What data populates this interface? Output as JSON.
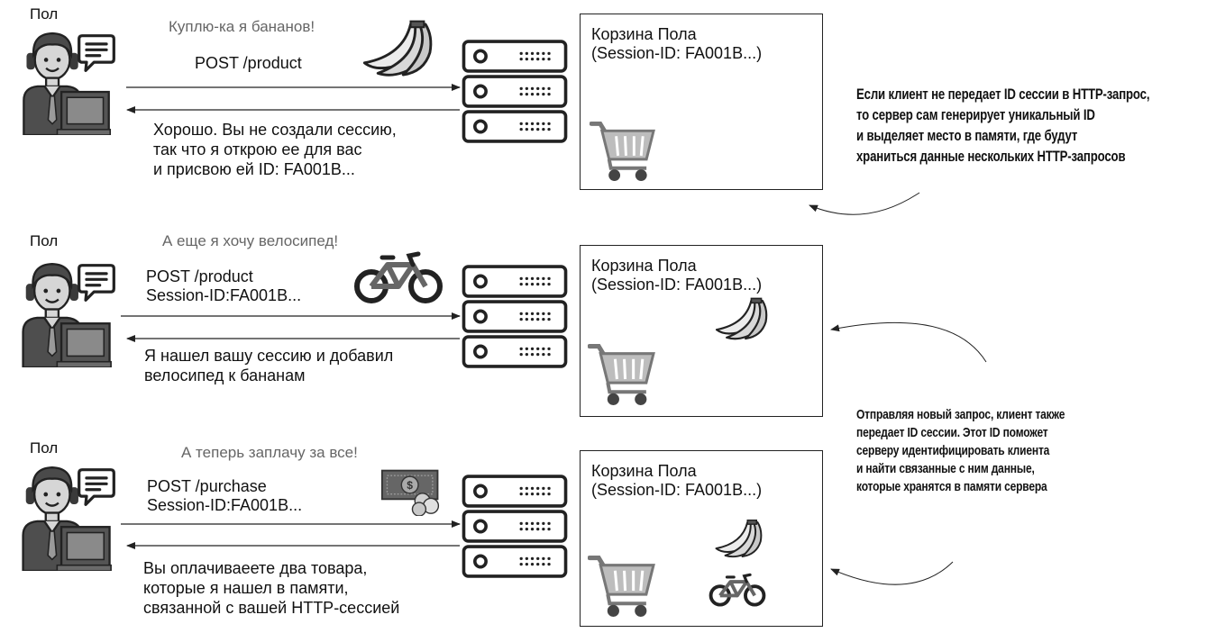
{
  "scenes": [
    {
      "user": "Пол",
      "thought": "Куплю-ка я бананов!",
      "request": [
        "POST /product"
      ],
      "response": [
        "Хорошо. Вы не создали сессию,",
        "так что я открою ее для вас",
        "и присвою ей ID: FA001B..."
      ],
      "cart": {
        "title": [
          "Корзина Пола",
          "(Session-ID: FA001B...)"
        ],
        "items": []
      }
    },
    {
      "user": "Пол",
      "thought": "А еще я хочу велосипед!",
      "request": [
        "POST /product",
        "Session-ID:FA001B..."
      ],
      "response": [
        "Я нашел вашу сессию и добавил",
        "велосипед к бананам"
      ],
      "cart": {
        "title": [
          "Корзина Пола",
          "(Session-ID: FA001B...)"
        ],
        "items": [
          "banana-icon"
        ]
      }
    },
    {
      "user": "Пол",
      "thought": "А теперь заплачу за все!",
      "request": [
        "POST /purchase",
        "Session-ID:FA001B..."
      ],
      "response": [
        "Вы оплачиваеете два товара,",
        "которые я нашел в памяти,",
        "связанной с вашей HTTP-сессией"
      ],
      "cart": {
        "title": [
          "Корзина Пола",
          "(Session-ID: FA001B...)"
        ],
        "items": [
          "banana-icon",
          "bicycle-icon"
        ]
      }
    }
  ],
  "notes": {
    "top": [
      "Если клиент не передает ID сессии в HTTP-запрос,",
      "то сервер сам генерирует уникальный ID",
      "и выделяет место в памяти, где будут",
      "храниться данные нескольких HTTP-запросов"
    ],
    "bottom": [
      "Отправляя новый запрос, клиент также",
      "передает ID сессии. Этот ID поможет",
      "серверу идентифицировать клиента",
      "и найти связанные с ним данные,",
      "которые хранятся в памяти сервера"
    ]
  },
  "icons": [
    "user-at-laptop-icon",
    "speech-bubble-icon",
    "server-icon",
    "banana-icon",
    "bicycle-icon",
    "money-icon",
    "shopping-cart-icon"
  ]
}
